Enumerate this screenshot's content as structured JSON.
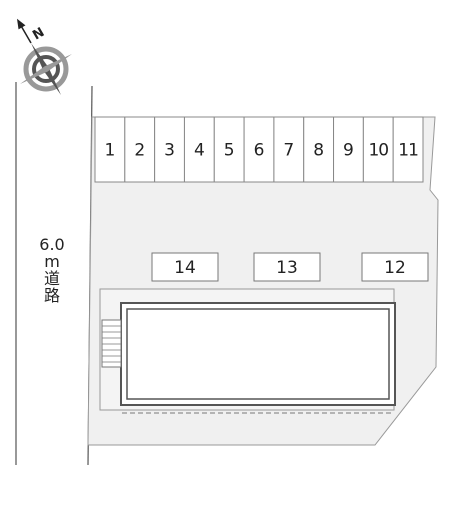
{
  "map": {
    "compass": {
      "north_label": "N",
      "icon": "compass-rose-icon"
    },
    "road": {
      "width_value": "6.0",
      "unit": "m",
      "name_chars": [
        "道",
        "路"
      ]
    },
    "parking_slots": [
      "1",
      "2",
      "3",
      "4",
      "5",
      "6",
      "7",
      "8",
      "9",
      "10",
      "11"
    ],
    "reserved_spots": [
      "12",
      "13",
      "14"
    ],
    "colors": {
      "lot_fill": "#f0f0f0",
      "building_border": "#555555",
      "outline": "#888888",
      "compass_dark": "#555555",
      "compass_light": "#999999"
    }
  }
}
